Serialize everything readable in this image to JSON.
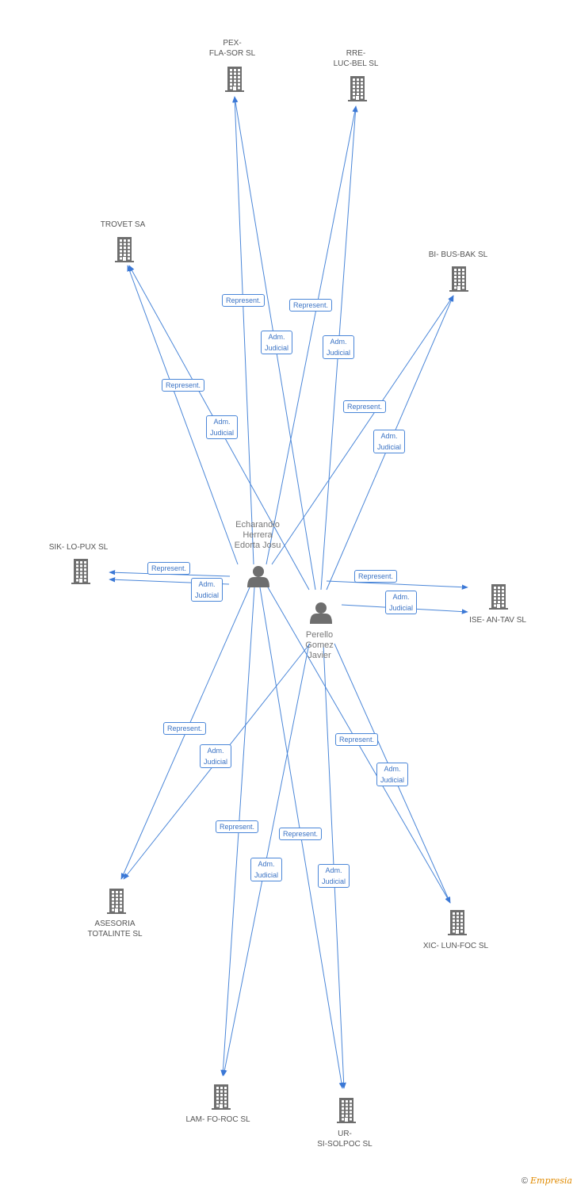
{
  "colors": {
    "edge": "#4a86d8",
    "building": "#6e6e6e",
    "person": "#6e6e6e",
    "label": "#555555"
  },
  "persons": [
    {
      "id": "echarandio",
      "label": "Echarandio\nHerrera\nEdorta Josu",
      "icon": "person-icon"
    },
    {
      "id": "perello",
      "label": "Perello\nGomez\nJavier",
      "icon": "person-icon"
    }
  ],
  "companies": [
    {
      "id": "pex",
      "label": "PEX-\nFLA-SOR SL",
      "icon": "building-icon"
    },
    {
      "id": "rre",
      "label": "RRE-\nLUC-BEL SL",
      "icon": "building-icon"
    },
    {
      "id": "trovet",
      "label": "TROVET SA",
      "icon": "building-icon"
    },
    {
      "id": "bibus",
      "label": "BI- BUS-BAK SL",
      "icon": "building-icon"
    },
    {
      "id": "sik",
      "label": "SIK- LO-PUX SL",
      "icon": "building-icon"
    },
    {
      "id": "ise",
      "label": "ISE- AN-TAV SL",
      "icon": "building-icon"
    },
    {
      "id": "asesoria",
      "label": "ASESORIA\nTOTALINTE SL",
      "icon": "building-icon"
    },
    {
      "id": "xic",
      "label": "XIC- LUN-FOC SL",
      "icon": "building-icon"
    },
    {
      "id": "lam",
      "label": "LAM- FO-ROC SL",
      "icon": "building-icon"
    },
    {
      "id": "ur",
      "label": "UR-\nSI-SOLPOC SL",
      "icon": "building-icon"
    }
  ],
  "edges": [
    {
      "from": "echarandio",
      "to": "pex",
      "label": "Represent."
    },
    {
      "from": "perello",
      "to": "pex",
      "label": "Adm.\nJudicial"
    },
    {
      "from": "echarandio",
      "to": "rre",
      "label": "Represent."
    },
    {
      "from": "perello",
      "to": "rre",
      "label": "Adm.\nJudicial"
    },
    {
      "from": "echarandio",
      "to": "trovet",
      "label": "Represent."
    },
    {
      "from": "perello",
      "to": "trovet",
      "label": "Adm.\nJudicial"
    },
    {
      "from": "echarandio",
      "to": "bibus",
      "label": "Represent."
    },
    {
      "from": "perello",
      "to": "bibus",
      "label": "Adm.\nJudicial"
    },
    {
      "from": "echarandio",
      "to": "sik",
      "label": "Represent."
    },
    {
      "from": "perello",
      "to": "sik",
      "label": "Adm.\nJudicial"
    },
    {
      "from": "perello",
      "to": "ise",
      "label": "Represent."
    },
    {
      "from": "perello",
      "to": "ise",
      "label": "Adm.\nJudicial"
    },
    {
      "from": "echarandio",
      "to": "asesoria",
      "label": "Represent."
    },
    {
      "from": "perello",
      "to": "asesoria",
      "label": "Adm.\nJudicial"
    },
    {
      "from": "echarandio",
      "to": "xic",
      "label": "Represent."
    },
    {
      "from": "perello",
      "to": "xic",
      "label": "Adm.\nJudicial"
    },
    {
      "from": "echarandio",
      "to": "lam",
      "label": "Represent."
    },
    {
      "from": "perello",
      "to": "lam",
      "label": "Adm.\nJudicial"
    },
    {
      "from": "echarandio",
      "to": "ur",
      "label": "Represent."
    },
    {
      "from": "perello",
      "to": "ur",
      "label": "Adm.\nJudicial"
    }
  ],
  "footer": {
    "copyright": "©",
    "brand": "Empresia"
  }
}
